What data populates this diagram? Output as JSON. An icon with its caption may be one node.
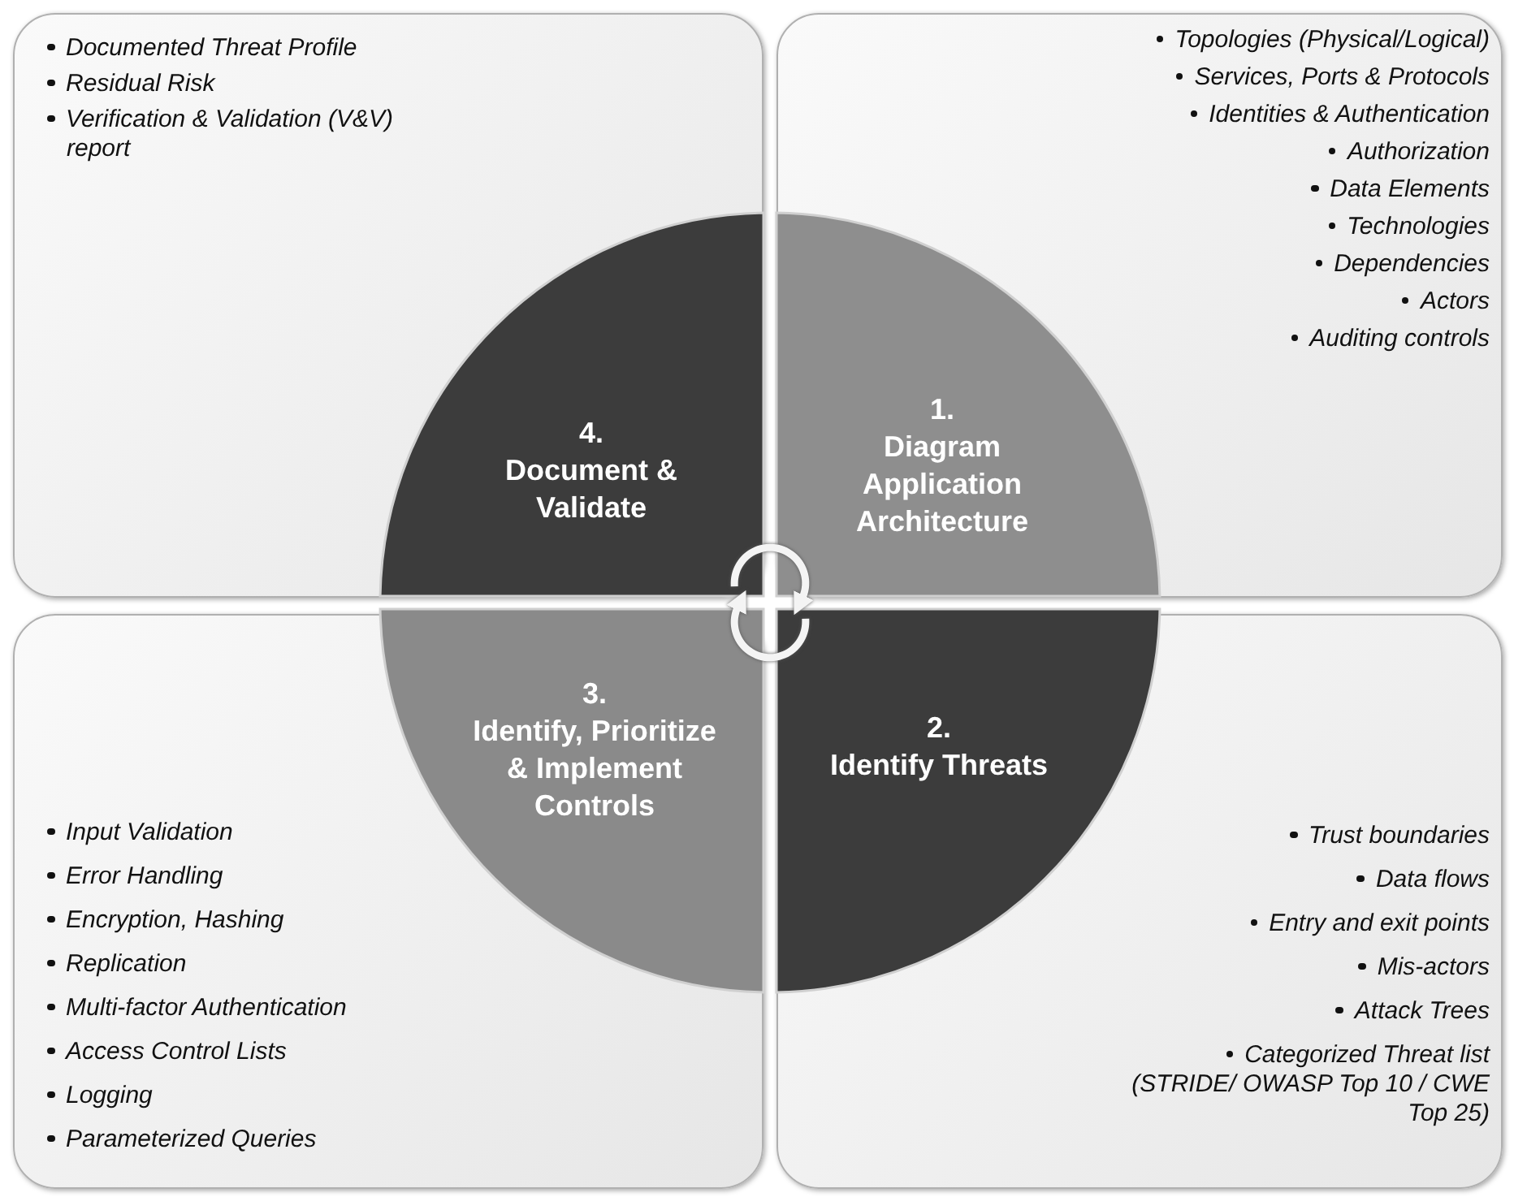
{
  "diagram": {
    "nodes": [
      {
        "text": [
          "Documented Threat Profile",
          "Residual Risk",
          "Verification & Validation (V&V) report"
        ]
      },
      {
        "text": [
          "Topologies (Physical/Logical)",
          "Services, Ports & Protocols",
          "Identities & Authentication",
          "Authorization",
          "Data Elements",
          "Technologies",
          "Dependencies",
          "Actors",
          "Auditing controls"
        ]
      },
      {
        "text": [
          "4.",
          "Document & Validate"
        ],
        "in": 0
      },
      {
        "text": [
          "1.",
          "Diagram Application Architecture"
        ],
        "in": 1
      },
      {
        "text": [
          "3.",
          "Identify, Prioritize & Implement Controls"
        ],
        "in": 6
      },
      {
        "text": [
          "2.",
          "Identify Threats"
        ],
        "in": 7
      },
      {
        "text": [
          "Input Validation",
          "Error Handling",
          "Encryption, Hashing",
          "Replication",
          "Multi-factor Authentication",
          "Access Control Lists",
          "Logging",
          "Parameterized Queries"
        ]
      },
      {
        "text": [
          "Trust boundaries",
          "Data flows",
          "Entry and exit points",
          "Mis-actors",
          "Attack Trees",
          "Categorized Threat list (STRIDE/ OWASP Top 10 / CWE Top 25)"
        ]
      }
    ],
    "edges": [
      {
        "from": 2,
        "to": 3,
        "arrow": "to"
      },
      {
        "from": 5,
        "to": 4,
        "arrow": "to"
      }
    ]
  }
}
